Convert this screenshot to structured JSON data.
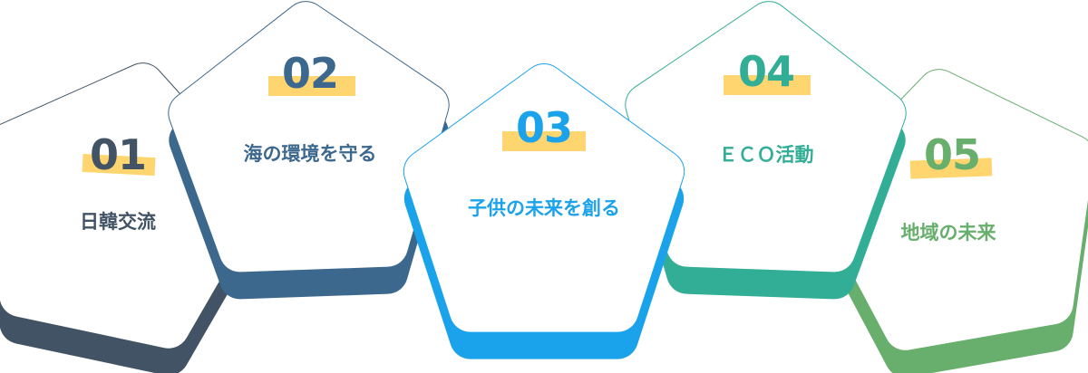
{
  "colors": {
    "highlight": "#ffd56f",
    "card_fill": "#ffffff"
  },
  "steps": [
    {
      "number": "01",
      "label": "日韓交流",
      "color": "#415364"
    },
    {
      "number": "02",
      "label": "海の環境を守る",
      "color": "#3d688e"
    },
    {
      "number": "03",
      "label": "子供の未来を創る",
      "color": "#1aa3eb"
    },
    {
      "number": "04",
      "label": "ＥＣＯ活動",
      "color": "#32ad96"
    },
    {
      "number": "05",
      "label": "地域の未来",
      "color": "#68ae6c"
    }
  ]
}
